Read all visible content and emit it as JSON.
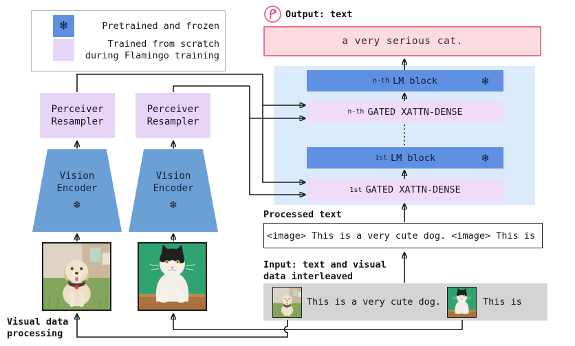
{
  "icons": {
    "snowflake": "❄"
  },
  "colors": {
    "frozen_blue": "#5f90e2",
    "encoder_blue": "#6ba0d6",
    "trained_lavender": "#e7d5f8",
    "xattn_lavender": "#eedcfa",
    "container_blue": "#dcebfc",
    "output_pink_fill": "#fcdce1",
    "output_pink_border": "#f1708c",
    "input_gray": "#d4d4d4"
  },
  "legend": {
    "frozen_label": "Pretrained and frozen",
    "trained_label_line1": "Trained from scratch",
    "trained_label_line2": "during Flamingo training"
  },
  "output": {
    "label": "Output: text",
    "text": "a very serious cat."
  },
  "stack": {
    "blocks": [
      {
        "prefix": "n-th",
        "label": "LM block",
        "frozen": true
      },
      {
        "prefix": "n-th",
        "label": "GATED XATTN-DENSE",
        "frozen": false
      },
      {
        "prefix": "1st",
        "label": "LM block",
        "frozen": true
      },
      {
        "prefix": "1st",
        "label": "GATED XATTN-DENSE",
        "frozen": false
      }
    ]
  },
  "processed": {
    "label": "Processed text",
    "content": "<image> This is a very cute dog. <image> This is"
  },
  "input": {
    "label_line1": "Input: text and visual",
    "label_line2": "data interleaved",
    "text_after_dog": "This is a very cute dog.",
    "text_after_cat": "This is"
  },
  "vision": {
    "resampler_line1": "Perceiver",
    "resampler_line2": "Resampler",
    "encoder_line1": "Vision",
    "encoder_line2": "Encoder"
  },
  "footer": {
    "line1": "Visual data",
    "line2": "processing"
  }
}
